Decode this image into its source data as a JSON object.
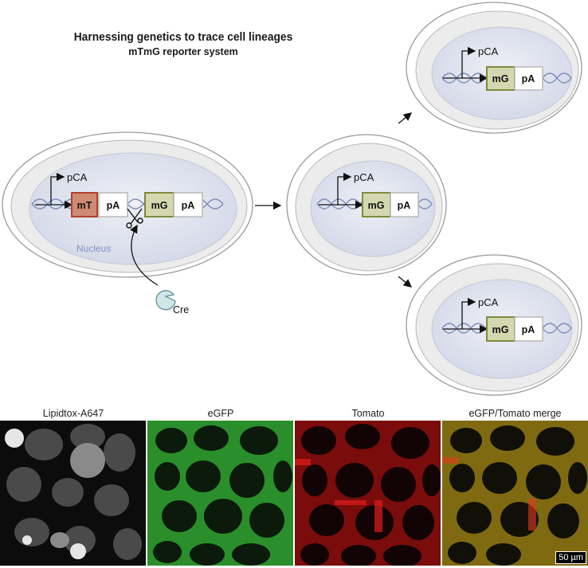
{
  "title": "Harnessing genetics to trace cell lineages",
  "subtitle": "mTmG reporter system",
  "labels": {
    "promoter": "pCA",
    "mT": "mT",
    "mG": "mG",
    "pA": "pA",
    "nucleus": "Nucleus",
    "cre": "Cre"
  },
  "panels": [
    {
      "label": "Lipidtox-A647"
    },
    {
      "label": "eGFP"
    },
    {
      "label": "Tomato"
    },
    {
      "label": "eGFP/Tomato merge"
    }
  ],
  "scale_bar": "50 µm",
  "colors": {
    "mT_box": "#cf8a74",
    "mT_border": "#b0412f",
    "mG_box": "#d4d8b0",
    "mG_border": "#7f8a3a",
    "nucleus_fill": "#dfe3ee",
    "cre": "#cfe6ea",
    "dna": "#7d8fb8"
  }
}
